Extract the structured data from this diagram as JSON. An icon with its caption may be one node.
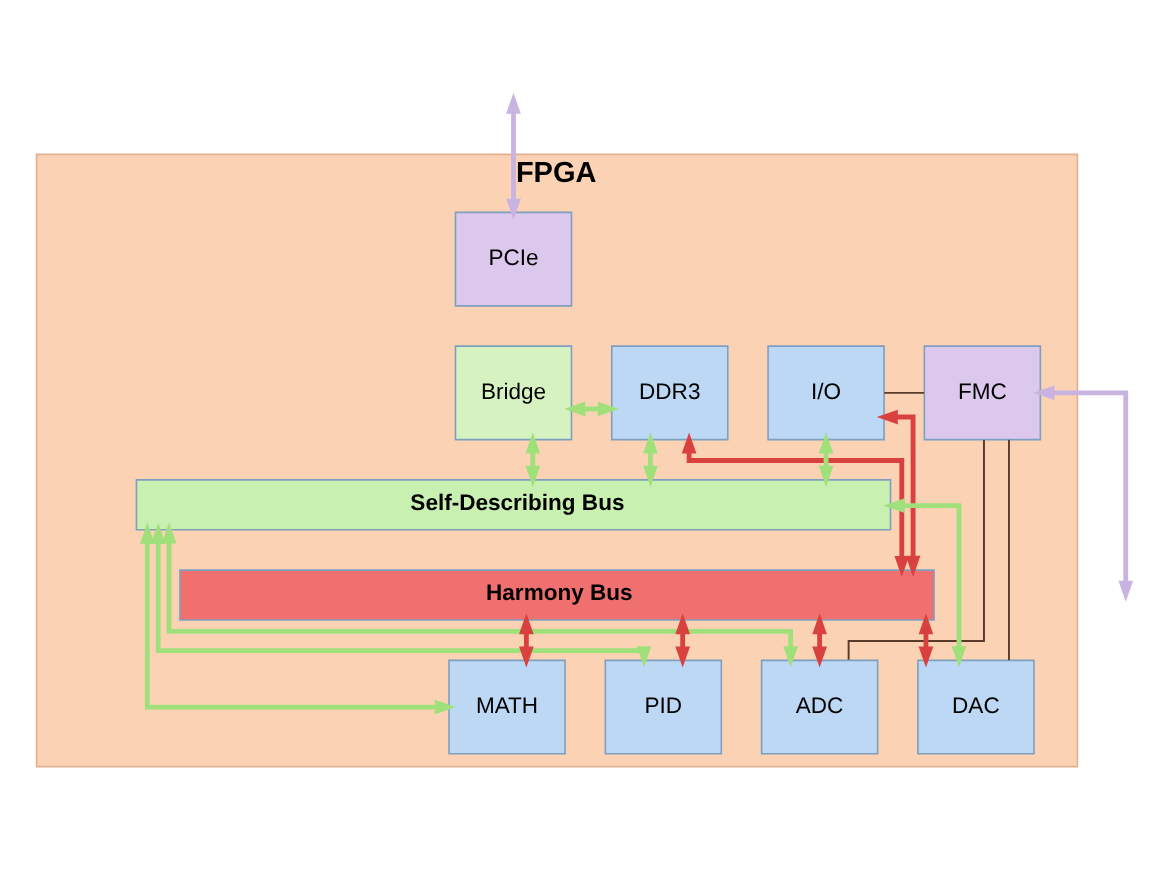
{
  "diagram": {
    "nodes": [
      {
        "text": [
          "FPGA"
        ]
      },
      {
        "text": [
          "PCIe"
        ],
        "in": 0
      },
      {
        "text": [
          "Bridge"
        ],
        "in": 0
      },
      {
        "text": [
          "DDR3"
        ],
        "in": 0
      },
      {
        "text": [
          "I/O"
        ],
        "in": 0
      },
      {
        "text": [
          "FMC"
        ],
        "in": 0
      },
      {
        "text": [
          "Self-Describing Bus"
        ],
        "in": 0
      },
      {
        "text": [
          "Harmony Bus"
        ],
        "in": 0
      },
      {
        "text": [
          "MATH"
        ],
        "in": 0
      },
      {
        "text": [
          "PID"
        ],
        "in": 0
      },
      {
        "text": [
          "ADC"
        ],
        "in": 0
      },
      {
        "text": [
          "DAC"
        ],
        "in": 0
      }
    ],
    "edges": [
      {
        "from": null,
        "to": 1,
        "arrow": "both",
        "color": "#c9b3e0"
      },
      {
        "from": 5,
        "to": null,
        "arrow": "both",
        "color": "#c9b3e0"
      },
      {
        "from": 2,
        "to": 3,
        "arrow": "both"
      },
      {
        "from": 2,
        "to": 6,
        "arrow": "both"
      },
      {
        "from": 3,
        "to": 6,
        "arrow": "both"
      },
      {
        "from": 3,
        "to": 7,
        "arrow": "both",
        "color": "#d9413f"
      },
      {
        "from": 4,
        "to": 6,
        "arrow": "both"
      },
      {
        "from": 4,
        "to": 7,
        "arrow": "both",
        "color": "#d9413f"
      },
      {
        "from": 4,
        "to": 5,
        "arrow": "none",
        "color": "#5a3a28"
      },
      {
        "from": 5,
        "to": 10,
        "arrow": "none",
        "color": "#5a3a28"
      },
      {
        "from": 5,
        "to": 11,
        "arrow": "none",
        "color": "#5a3a28"
      },
      {
        "from": 7,
        "to": 8,
        "arrow": "both",
        "color": "#d9413f"
      },
      {
        "from": 6,
        "to": 8,
        "arrow": "both"
      },
      {
        "from": 7,
        "to": 9,
        "arrow": "both",
        "color": "#d9413f"
      },
      {
        "from": 6,
        "to": 9,
        "arrow": "both"
      },
      {
        "from": 7,
        "to": 10,
        "arrow": "both",
        "color": "#d9413f"
      },
      {
        "from": 6,
        "to": 10,
        "arrow": "both"
      },
      {
        "from": 7,
        "to": 11,
        "arrow": "both",
        "color": "#d9413f"
      },
      {
        "from": 6,
        "to": 11,
        "arrow": "both"
      }
    ]
  }
}
